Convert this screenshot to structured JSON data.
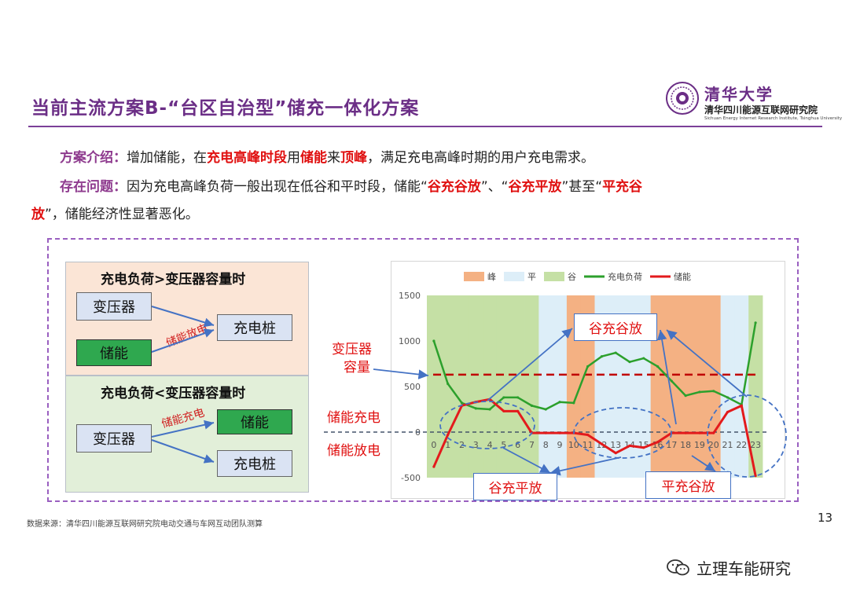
{
  "slide": {
    "title": "当前主流方案B-“台区自治型”储充一体化方案",
    "logo_cn": "清华大学",
    "logo_inst": "清华四川能源互联网研究院",
    "logo_en": "Sichuan Energy Internet Research Institute, Tsinghua University",
    "footer": "数据来源：清华四川能源互联网研究院电动交通与车网互动团队测算",
    "page_number": "13",
    "watermark": "立理车能研究"
  },
  "intro": {
    "label": "方案介绍：",
    "t1": "增加储能，在",
    "r1": "充电高峰时段",
    "t2": "用",
    "r2": "储能",
    "t3": "来",
    "r3": "顶峰",
    "t4": "，满足充电高峰时期的用户充电需求。"
  },
  "issue": {
    "label": "存在问题：",
    "t1": "因为充电高峰负荷一般出现在低谷和平时段，储能“",
    "r1": "谷充谷放",
    "t2": "”、“",
    "r2": "谷充平放",
    "t3": "”甚至“",
    "r3a": "平充谷",
    "r3b": "放",
    "t4": "”，储能经济性显著恶化。"
  },
  "panel_over": {
    "title": "充电负荷>变压器容量时",
    "transformer": "变压器",
    "storage": "储能",
    "charger": "充电桩",
    "arrow_label": "储能放电"
  },
  "panel_under": {
    "title": "充电负荷<变压器容量时",
    "transformer": "变压器",
    "storage": "储能",
    "charger": "充电桩",
    "arrow_label": "储能充电"
  },
  "annotations": {
    "capacity_line1": "变压器",
    "capacity_line2": "容量",
    "charge": "储能充电",
    "discharge": "储能放电",
    "vv": "谷充谷放",
    "vf": "谷充平放",
    "fv": "平充谷放"
  },
  "colors": {
    "title_purple": "#6b2e86",
    "emphasis_red": "#e01010",
    "peak": "#f4b183",
    "flat": "#ddeef8",
    "valley": "#c5e0a5",
    "load_line": "#2ca02c",
    "storage_line": "#e31a1c",
    "capacity_line": "#c00000"
  },
  "chart_data": {
    "type": "line",
    "title": "",
    "xlabel": "",
    "ylabel": "",
    "ylim": [
      -500,
      1500
    ],
    "yticks": [
      -500,
      0,
      500,
      1000,
      1500
    ],
    "x": [
      0,
      1,
      2,
      3,
      4,
      5,
      6,
      7,
      8,
      9,
      10,
      11,
      12,
      13,
      14,
      15,
      16,
      17,
      18,
      19,
      20,
      21,
      22,
      23
    ],
    "legend": {
      "placement": "top",
      "peak": "峰",
      "flat": "平",
      "valley": "谷"
    },
    "periods": [
      "valley",
      "valley",
      "valley",
      "valley",
      "valley",
      "valley",
      "valley",
      "valley",
      "flat",
      "flat",
      "peak",
      "peak",
      "flat",
      "flat",
      "flat",
      "flat",
      "peak",
      "peak",
      "peak",
      "peak",
      "peak",
      "flat",
      "flat",
      "valley"
    ],
    "capacity": 630,
    "series": [
      {
        "name": "充电负荷",
        "color": "#2ca02c",
        "values": [
          1000,
          530,
          320,
          260,
          250,
          380,
          380,
          290,
          250,
          330,
          320,
          720,
          830,
          870,
          770,
          810,
          720,
          560,
          400,
          440,
          450,
          380,
          300,
          1200
        ]
      },
      {
        "name": "储能",
        "color": "#e31a1c",
        "values": [
          -380,
          -30,
          290,
          330,
          360,
          230,
          230,
          -10,
          -10,
          -10,
          -10,
          -30,
          -130,
          -230,
          -150,
          -170,
          -110,
          -10,
          -10,
          -10,
          -10,
          220,
          290,
          -480
        ]
      }
    ]
  }
}
